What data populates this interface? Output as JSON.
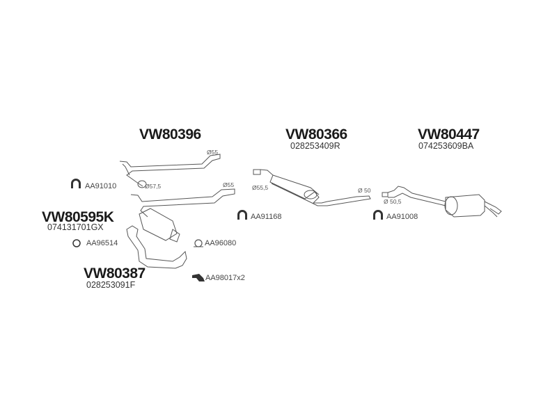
{
  "parts": {
    "front_pipe": {
      "number": "VW80396"
    },
    "middle_silencer": {
      "number": "VW80366",
      "oem": "028253409R"
    },
    "rear_silencer": {
      "number": "VW80447",
      "oem": "074253609BA"
    },
    "catalyst": {
      "number": "VW80595K",
      "oem": "074131701GX"
    },
    "exhaust_pipe": {
      "number": "VW80387",
      "oem": "028253091F"
    }
  },
  "accessories": {
    "clamp_1": "AA91010",
    "ring": "AA96514",
    "gasket": "AA96080",
    "bracket": "AA98017x2",
    "clamp_2": "AA91168",
    "clamp_3": "AA91008"
  },
  "diameters": {
    "d1": "Ø55",
    "d2": "Ø57,5",
    "d3": "Ø55",
    "d4": "Ø55,5",
    "d5": "Ø 50",
    "d6": "Ø 50,5"
  }
}
